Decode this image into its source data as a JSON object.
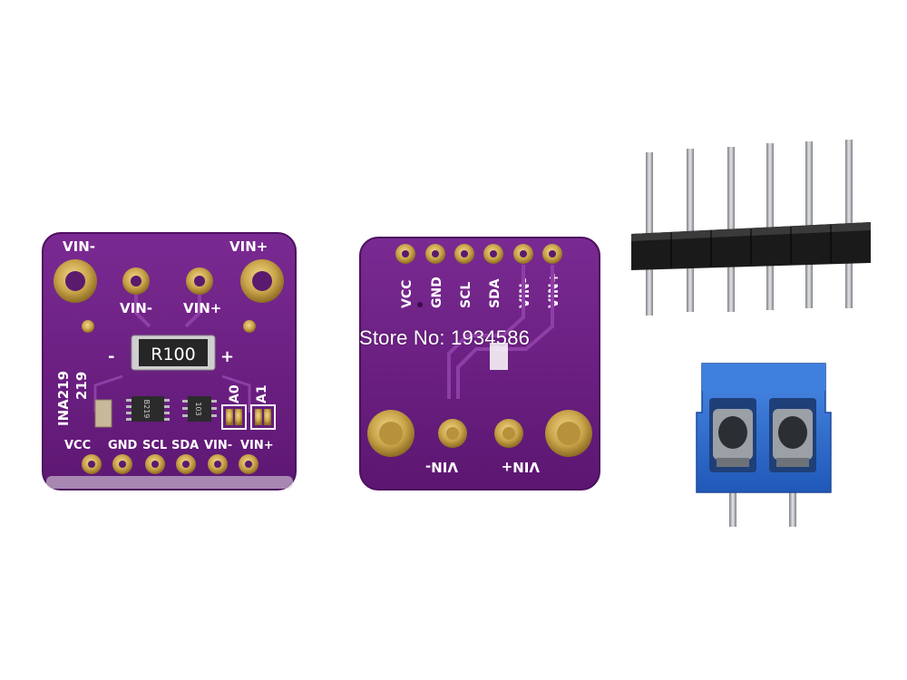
{
  "front_board": {
    "corner_labels": {
      "vin_minus": "VIN-",
      "vin_plus": "VIN+"
    },
    "pad_labels": {
      "vin_minus": "VIN-",
      "vin_plus": "VIN+"
    },
    "resistor_marking": "R100",
    "polarity": {
      "minus": "-",
      "plus": "+"
    },
    "chip_labels": {
      "name": "INA219",
      "short": "219"
    },
    "ic_marking": "B219",
    "small_part_marking": "103",
    "address_labels": {
      "a0": "A0",
      "a1": "A1"
    },
    "header_labels": [
      "VCC",
      "GND",
      "SCL",
      "SDA",
      "VIN-",
      "VIN+"
    ]
  },
  "back_board": {
    "header_labels": [
      "VCC",
      "GND",
      "SCL",
      "SDA",
      "VIN-",
      "VIN+"
    ],
    "terminal_labels": {
      "vin_minus": "VIN-",
      "vin_plus": "VIN+"
    }
  },
  "watermark": "Store No: 1934586",
  "colors": {
    "pcb": "#6e1f86",
    "pcb_dark": "#4e1160",
    "gold": "#c9a44a",
    "terminal_block": "#2f6fd3",
    "header_plastic": "#1a1a1a",
    "pin_metal": "#b9bcc0"
  }
}
